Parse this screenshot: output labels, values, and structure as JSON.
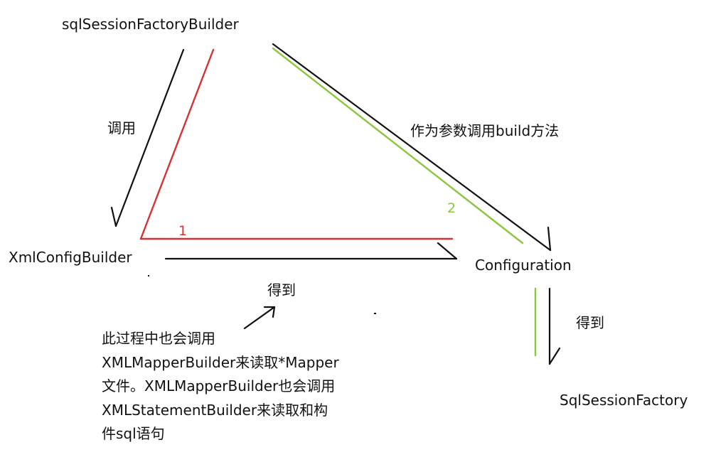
{
  "nodes": {
    "factory_builder": "sqlSessionFactoryBuilder",
    "xml_config_builder": "XmlConfigBuilder",
    "configuration": "Configuration",
    "session_factory": "SqlSessionFactory"
  },
  "edges": {
    "call": "调用",
    "build_param": "作为参数调用build方法",
    "get_left": "得到",
    "get_right": "得到"
  },
  "markers": {
    "one": "1",
    "two": "2"
  },
  "note": {
    "lines": [
      "此过程中也会调用",
      "XMLMapperBuilder来读取*Mapper",
      "文件。XMLMapperBuilder也会调用",
      "XMLStatementBuilder来读取和构",
      "件sql语句"
    ]
  },
  "colors": {
    "black": "#111111",
    "red": "#d63232",
    "green": "#8cc63e"
  }
}
